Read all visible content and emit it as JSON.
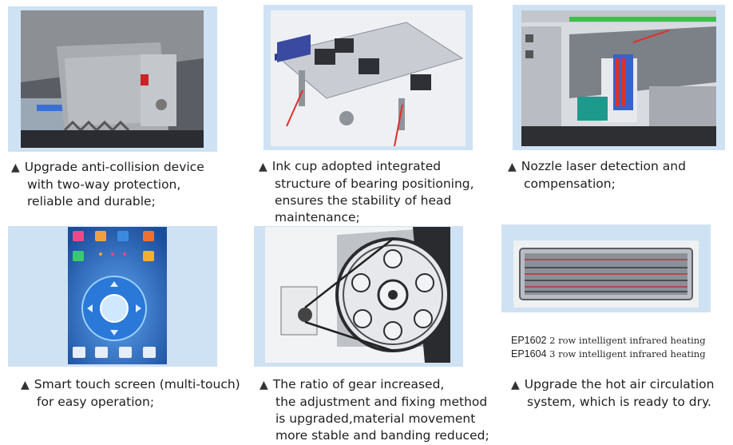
{
  "features": [
    {
      "lines": [
        "Upgrade anti-collision device",
        "with two-way protection,",
        "reliable and durable;"
      ]
    },
    {
      "lines": [
        "Ink cup adopted integrated",
        "structure of bearing positioning,",
        "ensures the stability of head",
        "maintenance;"
      ]
    },
    {
      "lines": [
        "Nozzle laser detection and",
        "compensation;"
      ]
    },
    {
      "lines": [
        "Smart touch screen (multi-touch)",
        "for easy operation;"
      ]
    },
    {
      "lines": [
        "The ratio of gear increased,",
        "the adjustment and fixing method",
        "is upgraded,material movement",
        "more stable and banding reduced;"
      ]
    },
    {
      "lines": [
        "Upgrade the hot air circulation",
        "system, which is ready to dry."
      ]
    }
  ],
  "bullet": "▲",
  "heating_specs": [
    {
      "model": "EP1602",
      "desc": "2 row intelligent infrared heating"
    },
    {
      "model": "EP1604",
      "desc": "3 row intelligent infrared heating"
    }
  ],
  "colors": {
    "card": "#cfe2f3",
    "accent_red": "#e0302a",
    "screen_blue": "#1c5fb5"
  }
}
